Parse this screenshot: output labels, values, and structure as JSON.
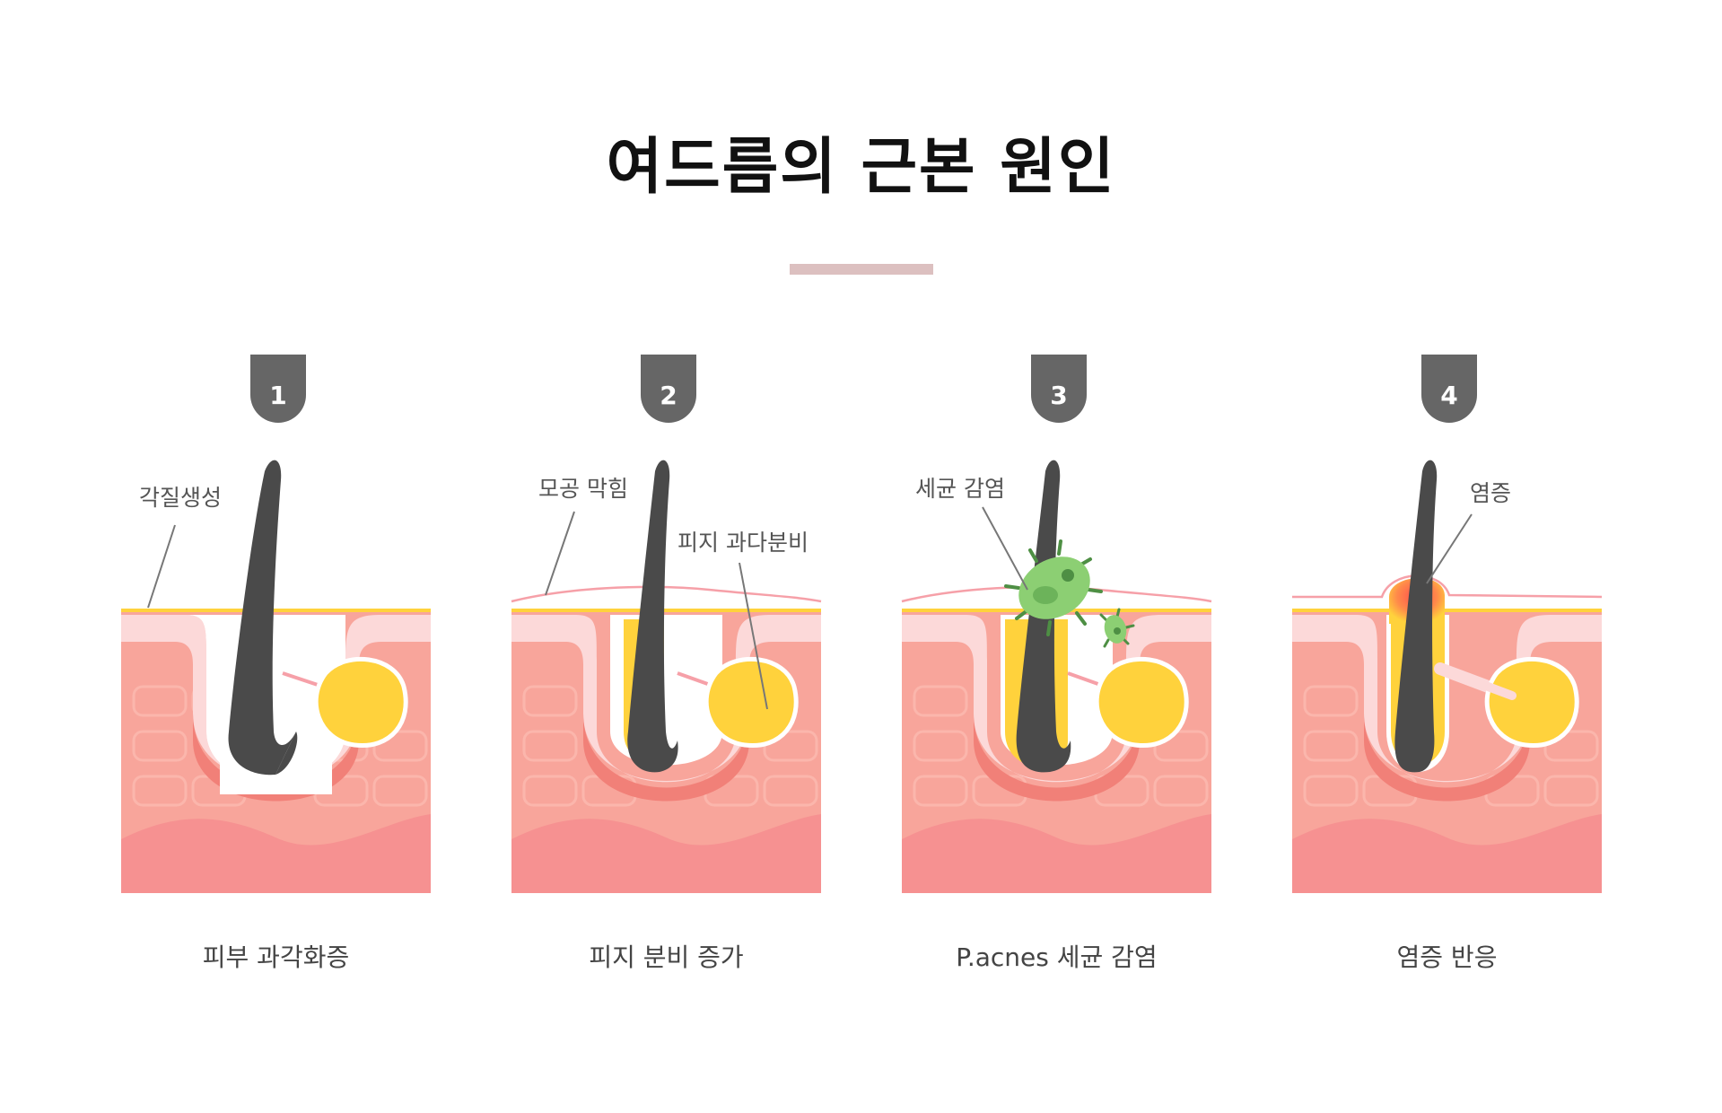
{
  "title": "여드름의 근본 원인",
  "steps": [
    {
      "number": "1",
      "caption": "피부 과각화증",
      "callouts": [
        "각질생성"
      ]
    },
    {
      "number": "2",
      "caption": "피지 분비 증가",
      "callouts": [
        "모공 막힘",
        "피지 과다분비"
      ]
    },
    {
      "number": "3",
      "caption": "P.acnes 세균 감염",
      "callouts": [
        "세균 감염"
      ]
    },
    {
      "number": "4",
      "caption": "염증 반응",
      "callouts": [
        "염증"
      ]
    }
  ],
  "colors": {
    "skin_top": "#f8a59b",
    "skin_bottom": "#f69191",
    "pore_lining": "#fcd9d9",
    "hair": "#4a4a4a",
    "sebum": "#ffd23c",
    "surface_line": "#ffd23c",
    "bacteria": "#8ccf73",
    "inflammation": "#ff6b4a",
    "badge": "#666666"
  }
}
